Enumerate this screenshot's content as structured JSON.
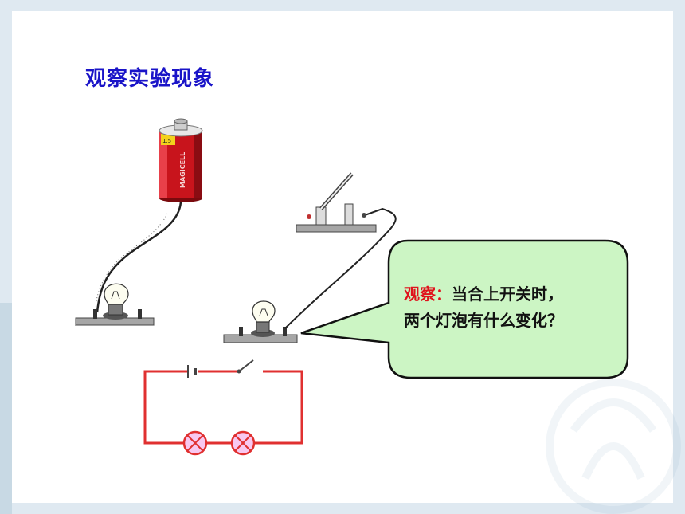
{
  "title": "观察实验现象",
  "battery": {
    "label": "MAGICELL",
    "cap_label": "1.5"
  },
  "callout": {
    "highlight": "观察：",
    "line1_rest": "当合上开关时，",
    "line2": "两个灯泡有什么变化？"
  },
  "colors": {
    "title": "#1a14c8",
    "highlight": "#e0121c",
    "callout_fill": "#ccf5c4",
    "circuit_wire": "#e03030",
    "lamp_fill": "#f8c8f0",
    "battery_body": "#c8141c",
    "base_board": "#9a9a9a"
  },
  "icons": [
    "battery-icon",
    "switch-icon",
    "bulb-icon",
    "lamp-symbol-icon",
    "switch-symbol-icon",
    "cell-symbol-icon"
  ]
}
